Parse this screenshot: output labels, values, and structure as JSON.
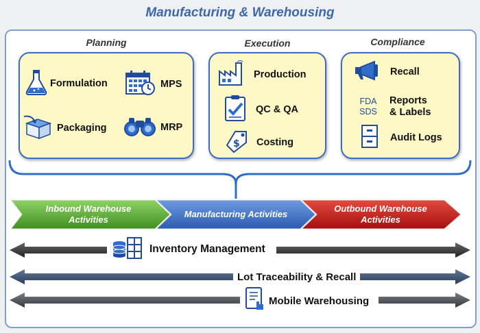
{
  "title": "Manufacturing & Warehousing",
  "planning": {
    "heading": "Planning",
    "items": {
      "formulation": "Formulation",
      "mps": "MPS",
      "packaging": "Packaging",
      "mrp": "MRP"
    }
  },
  "execution": {
    "heading": "Execution",
    "items": {
      "production": "Production",
      "qc": "QC & QA",
      "costing": "Costing"
    }
  },
  "compliance": {
    "heading": "Compliance",
    "items": {
      "recall": "Recall",
      "reports_line1": "Reports",
      "reports_line2": "& Labels",
      "fda": "FDA",
      "sds": "SDS",
      "audit": "Audit Logs"
    }
  },
  "flow": {
    "inbound_line1": "Inbound Warehouse",
    "inbound_line2": "Activities",
    "manufacturing": "Manufacturing Activities",
    "outbound_line1": "Outbound Warehouse",
    "outbound_line2": "Activities"
  },
  "bars": {
    "inventory": "Inventory Management",
    "lot": "Lot Traceability & Recall",
    "mobile": "Mobile Warehousing"
  },
  "colors": {
    "green": "#5aa832",
    "blue": "#3c70c8",
    "red": "#cc1a1a",
    "frame": "#7f9fcf",
    "box_fill": "#fdf8c6"
  }
}
